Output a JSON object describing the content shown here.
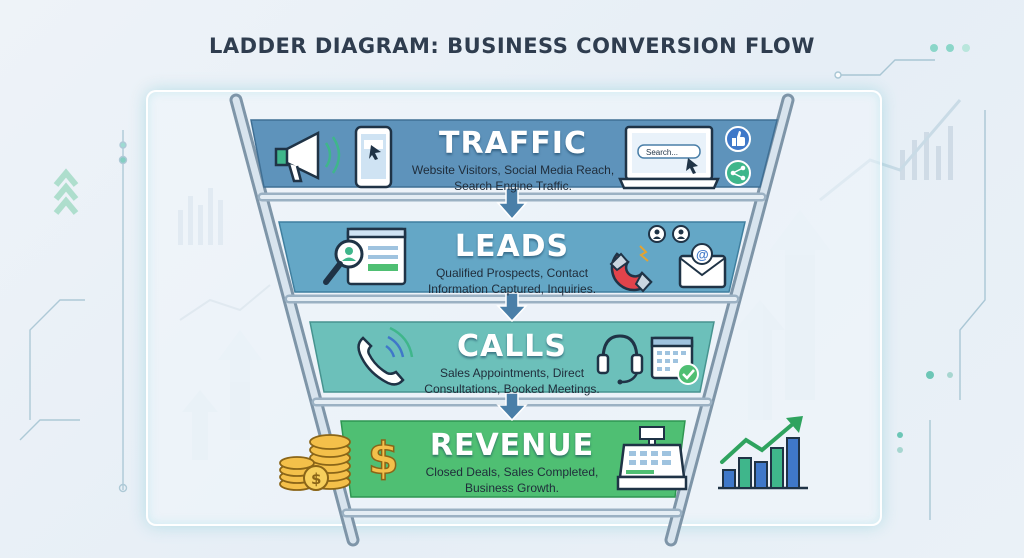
{
  "title": "LADDER DIAGRAM: BUSINESS CONVERSION FLOW",
  "stages": [
    {
      "key": "traffic",
      "title": "TRAFFIC",
      "desc_lines": [
        "Website Visitors, Social Media Reach,",
        "Search Engine Traffic."
      ],
      "color": "#5e93bb"
    },
    {
      "key": "leads",
      "title": "LEADS",
      "desc_lines": [
        "Qualified Prospects, Contact",
        "Information Captured, Inquiries."
      ],
      "color": "#64a7c6"
    },
    {
      "key": "calls",
      "title": "CALLS",
      "desc_lines": [
        "Sales Appointments, Direct",
        "Consultations, Booked Meetings."
      ],
      "color": "#6cc0ba"
    },
    {
      "key": "revenue",
      "title": "REVENUE",
      "desc_lines": [
        "Closed Deals, Sales Completed,",
        "Business Growth."
      ],
      "color": "#4fbf73"
    }
  ],
  "icons": {
    "search_box_text": "Search...",
    "dollar_sign": "$",
    "coin_symbol": "$",
    "email_symbol": "@"
  }
}
